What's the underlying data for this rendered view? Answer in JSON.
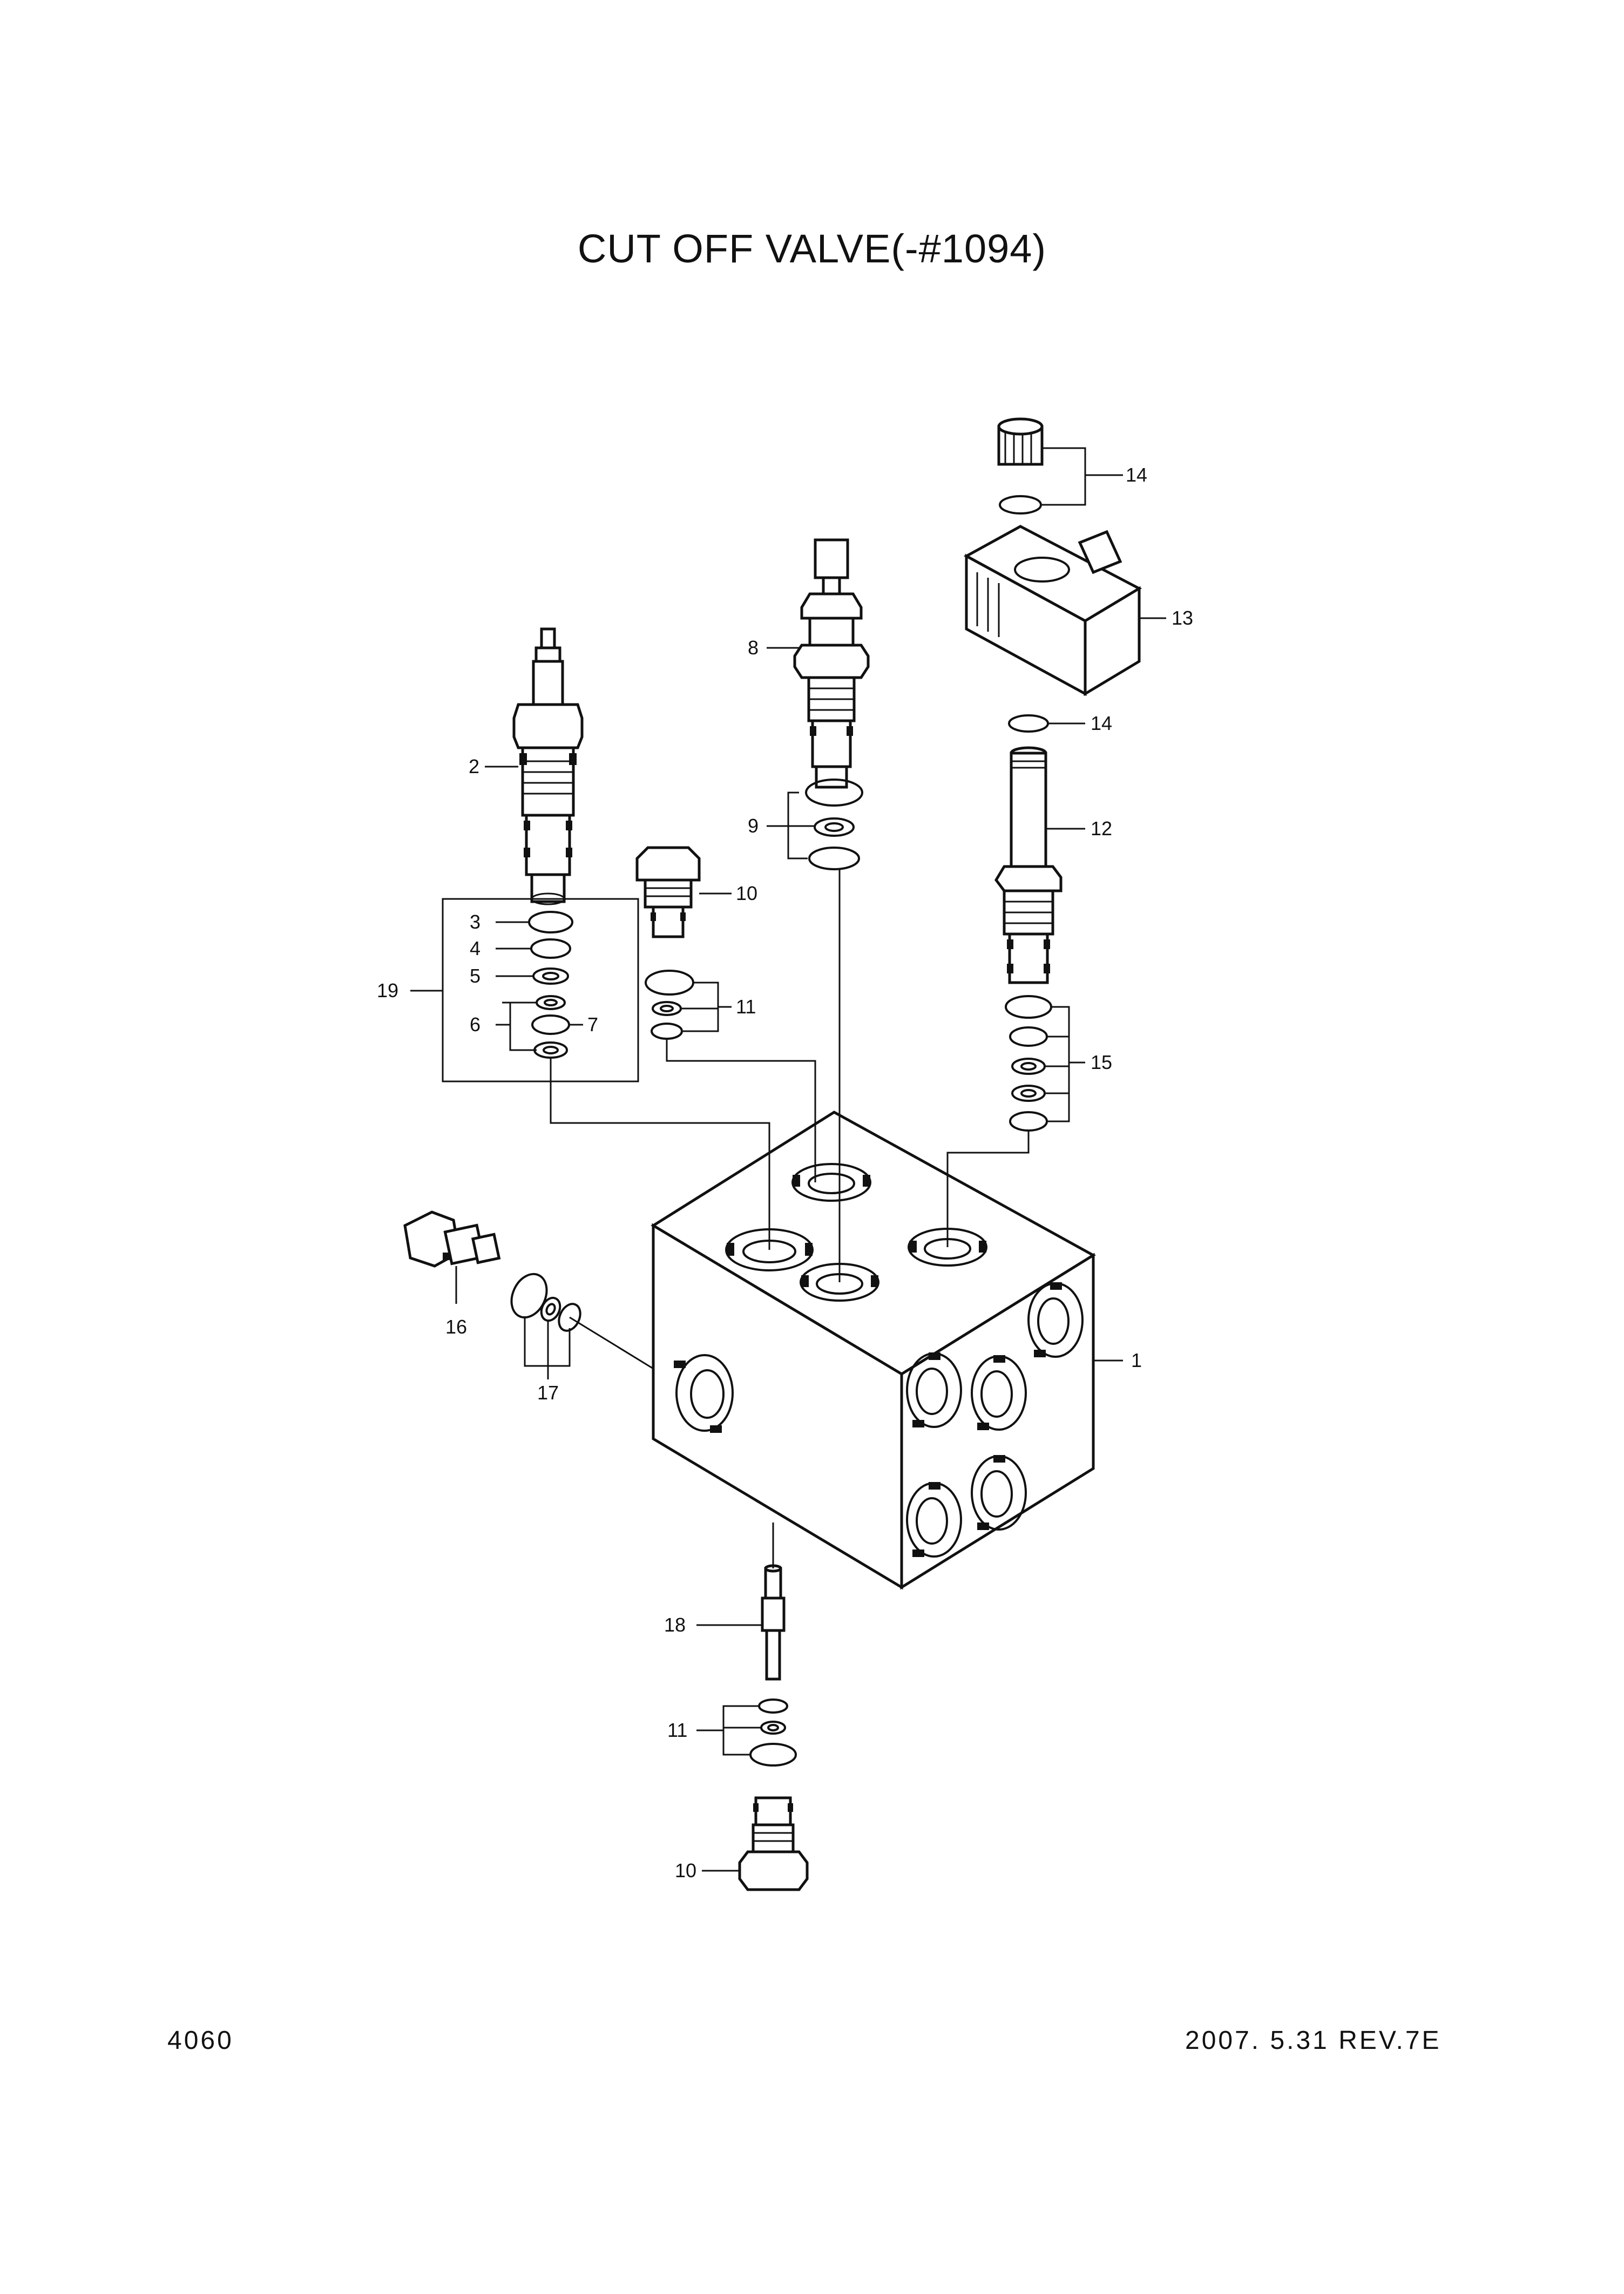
{
  "title": "CUT OFF VALVE(-#1094)",
  "page_number": "4060",
  "revision": "2007. 5.31  REV.7E",
  "callouts": {
    "p1": "1",
    "p2": "2",
    "p3": "3",
    "p4": "4",
    "p5": "5",
    "p6": "6",
    "p7": "7",
    "p8": "8",
    "p9": "9",
    "p10a": "10",
    "p10b": "10",
    "p11a": "11",
    "p11b": "11",
    "p12": "12",
    "p13": "13",
    "p14a": "14",
    "p14b": "14",
    "p15": "15",
    "p16": "16",
    "p17": "17",
    "p18": "18",
    "p19": "19"
  }
}
